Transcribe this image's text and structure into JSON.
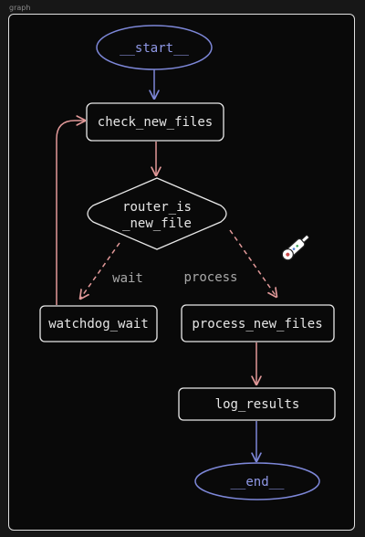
{
  "frame": {
    "label": "graph"
  },
  "nodes": {
    "start": "__start__",
    "check_new_files": "check_new_files",
    "router_line1": "router_is",
    "router_line2": "_new_file",
    "watchdog_wait": "watchdog_wait",
    "process_new_files": "process_new_files",
    "log_results": "log_results",
    "end": "__end__"
  },
  "edges": {
    "wait_label": "wait",
    "process_label": "process"
  },
  "colors": {
    "terminal": "#7d87d8",
    "flow_arrow": "#e29999",
    "end_arrow": "#7d87d8",
    "node_border": "#e8e8e8"
  },
  "icons": {
    "cursor": "drag-pin-icon"
  }
}
